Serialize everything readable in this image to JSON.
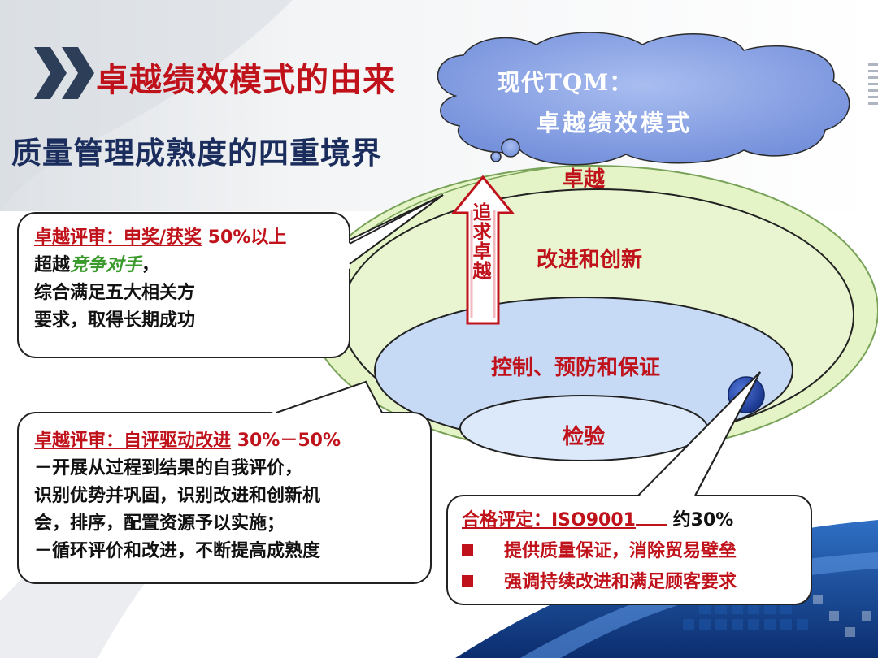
{
  "title": "卓越绩效模式的由来",
  "subtitle": "质量管理成熟度的四重境界",
  "cloud": {
    "line1": "现代TQM：",
    "line2": "卓越绩效模式"
  },
  "levels": {
    "top": "卓越",
    "l3": "改进和创新",
    "l2": "控制、预防和保证",
    "l1": "检验"
  },
  "arrow_label": "追求卓越",
  "box1": {
    "heading": "卓越评审：申奖/获奖",
    "heading_pct": "50%以上",
    "line1_prefix": "超越",
    "line1_emph": "竞争对手",
    "line1_suffix": "，",
    "line2": "综合满足五大相关方",
    "line3": "要求，取得长期成功"
  },
  "box2": {
    "heading": "卓越评审：自评驱动改进",
    "heading_pct": "30%－50%",
    "line1": "－开展从过程到结果的自我评价，",
    "line2": "识别优势并巩固，识别改进和创新机",
    "line3": "会，排序，配置资源予以实施；",
    "line4": "－循环评价和改进，不断提高成熟度"
  },
  "box3": {
    "heading": "合格评定：ISO9001",
    "heading_pct": "约30%",
    "bullet1": "提供质量保证，消除贸易壁垒",
    "bullet2": "强调持续改进和满足顾客要求"
  },
  "colors": {
    "accent_red": "#c0121b",
    "navy": "#1b2d5c",
    "cloud_blue": "#7f9de0",
    "outer_green": "#e4f4c6",
    "middle_blue": "#c6d9f5",
    "marker_blue": "#2346a8"
  },
  "icons": {
    "title_marker": "double-chevron-icon",
    "bullet": "red-square-bullet-icon"
  }
}
